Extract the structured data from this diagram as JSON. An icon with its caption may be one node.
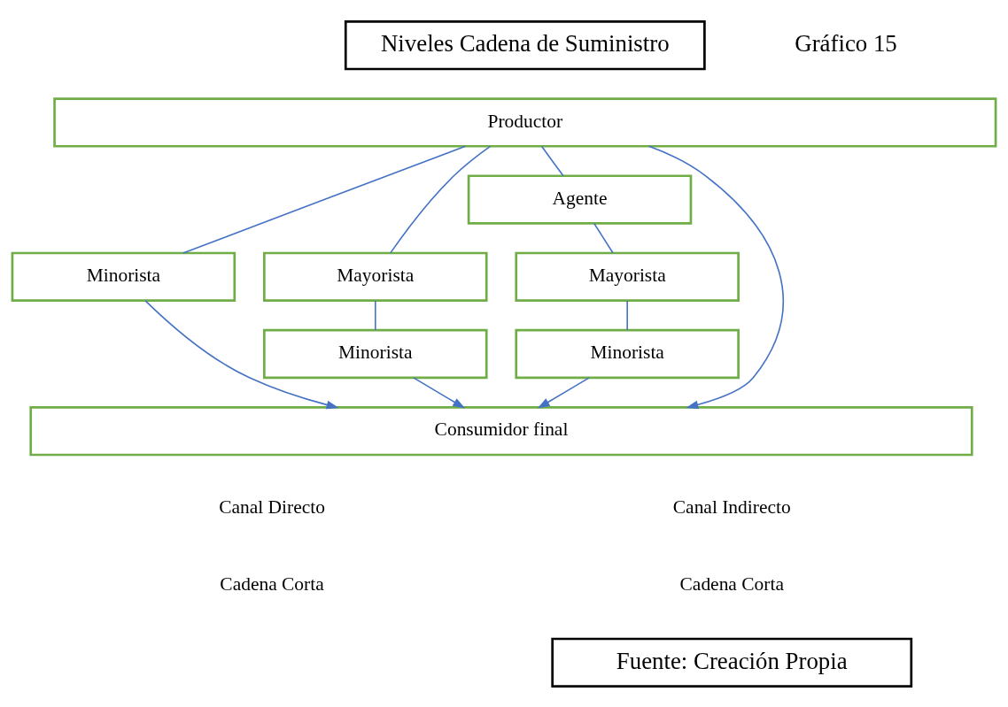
{
  "diagram": {
    "nodes": [
      {
        "text": [
          "Niveles Cadena de Suministro"
        ]
      },
      {
        "text": [
          "Productor"
        ]
      },
      {
        "text": [
          "Minorista"
        ]
      },
      {
        "text": [
          "Mayorista"
        ]
      },
      {
        "text": [
          "Minorista"
        ]
      },
      {
        "text": [
          "Agente"
        ]
      },
      {
        "text": [
          "Mayorista"
        ]
      },
      {
        "text": [
          "Minorista"
        ]
      },
      {
        "text": [
          "Consumidor final"
        ]
      },
      {
        "text": [
          "Fuente: Creación Propia"
        ]
      }
    ],
    "edges": [
      {
        "from": 1,
        "to": 8,
        "arrow": "to"
      },
      {
        "from": 1,
        "to": 2,
        "arrow": "none"
      },
      {
        "from": 2,
        "to": 8,
        "arrow": "to"
      },
      {
        "from": 1,
        "to": 3,
        "arrow": "none"
      },
      {
        "from": 3,
        "to": 4,
        "arrow": "none"
      },
      {
        "from": 4,
        "to": 8,
        "arrow": "to"
      },
      {
        "from": 1,
        "to": 5,
        "arrow": "none"
      },
      {
        "from": 5,
        "to": 6,
        "arrow": "none"
      },
      {
        "from": 6,
        "to": 7,
        "arrow": "none"
      },
      {
        "from": 7,
        "to": 8,
        "arrow": "to"
      }
    ],
    "labels": [
      "Gráfico 15",
      "Canal Directo",
      "Canal Indirecto",
      "Cadena Corta",
      "Cadena Corta"
    ]
  }
}
